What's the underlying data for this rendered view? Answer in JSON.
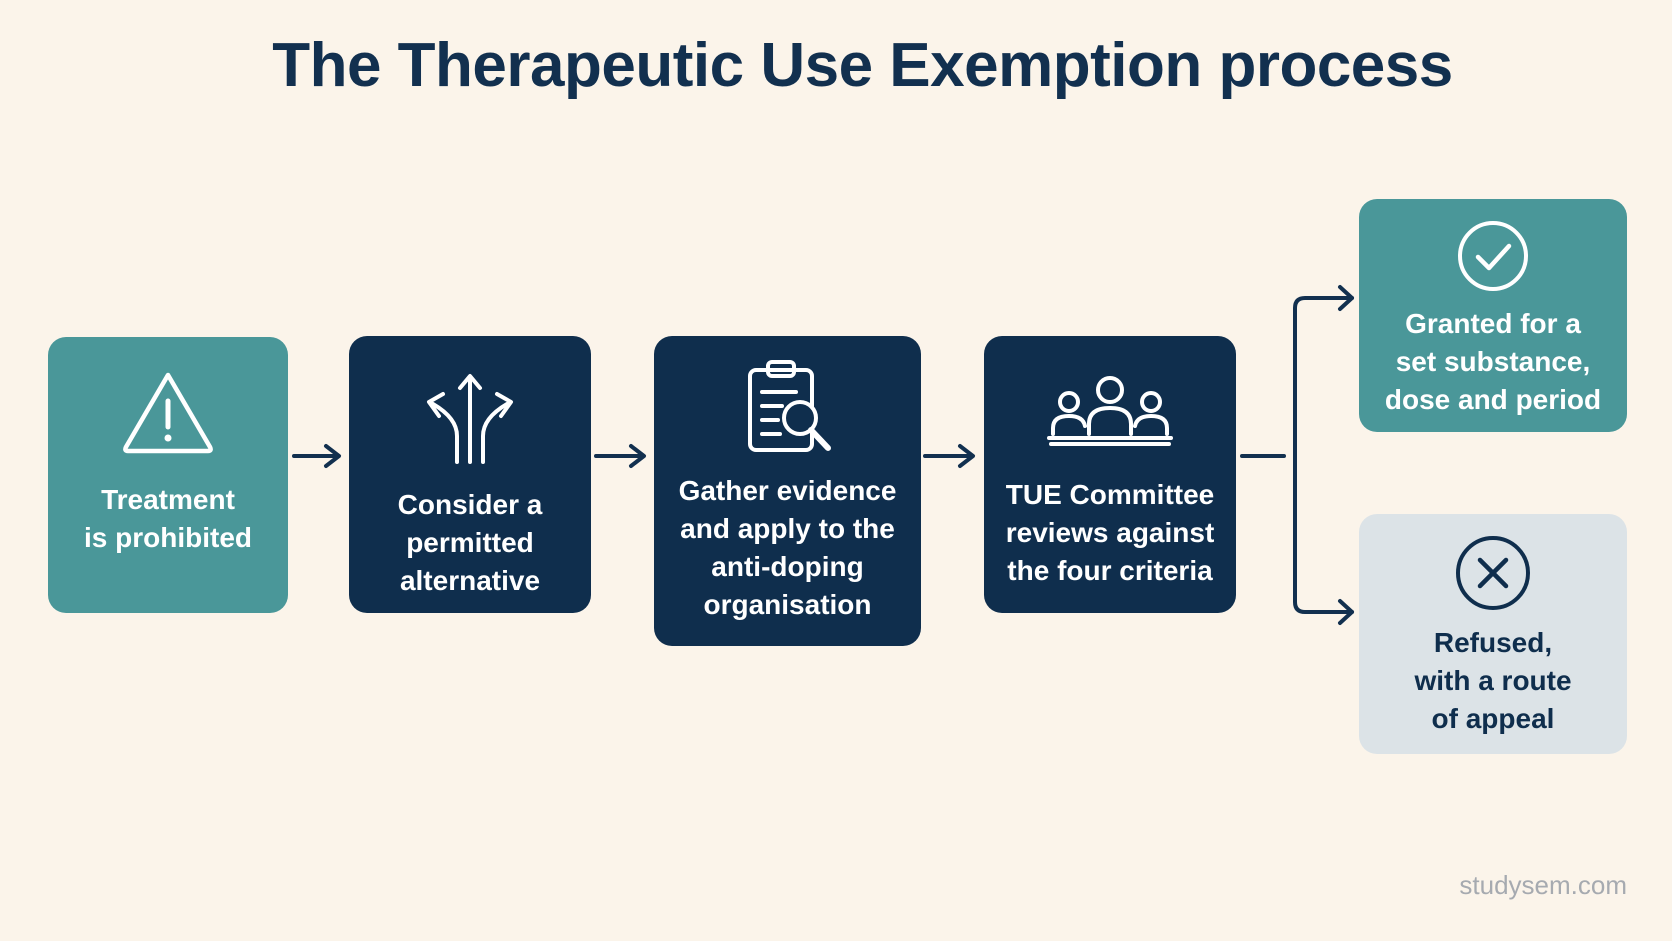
{
  "title": "The Therapeutic Use Exemption process",
  "steps": [
    {
      "label": "Treatment\nis prohibited",
      "icon": "warning-icon"
    },
    {
      "label": "Consider a\npermitted\nalternative",
      "icon": "branching-arrows-icon"
    },
    {
      "label": "Gather evidence\nand apply to the\nanti-doping\norganisation",
      "icon": "clipboard-search-icon"
    },
    {
      "label": "TUE Committee\nreviews against\nthe four criteria",
      "icon": "committee-people-icon"
    }
  ],
  "outcomes": {
    "granted": {
      "label": "Granted for a\nset substance,\ndose and period",
      "icon": "check-circle-icon"
    },
    "refused": {
      "label": "Refused,\nwith a route\nof appeal",
      "icon": "x-circle-icon"
    }
  },
  "colors": {
    "background": "#fbf4ea",
    "navy": "#0f2e4d",
    "teal": "#4a9799",
    "pale": "#dce3e7"
  },
  "watermark": "studysem.com"
}
